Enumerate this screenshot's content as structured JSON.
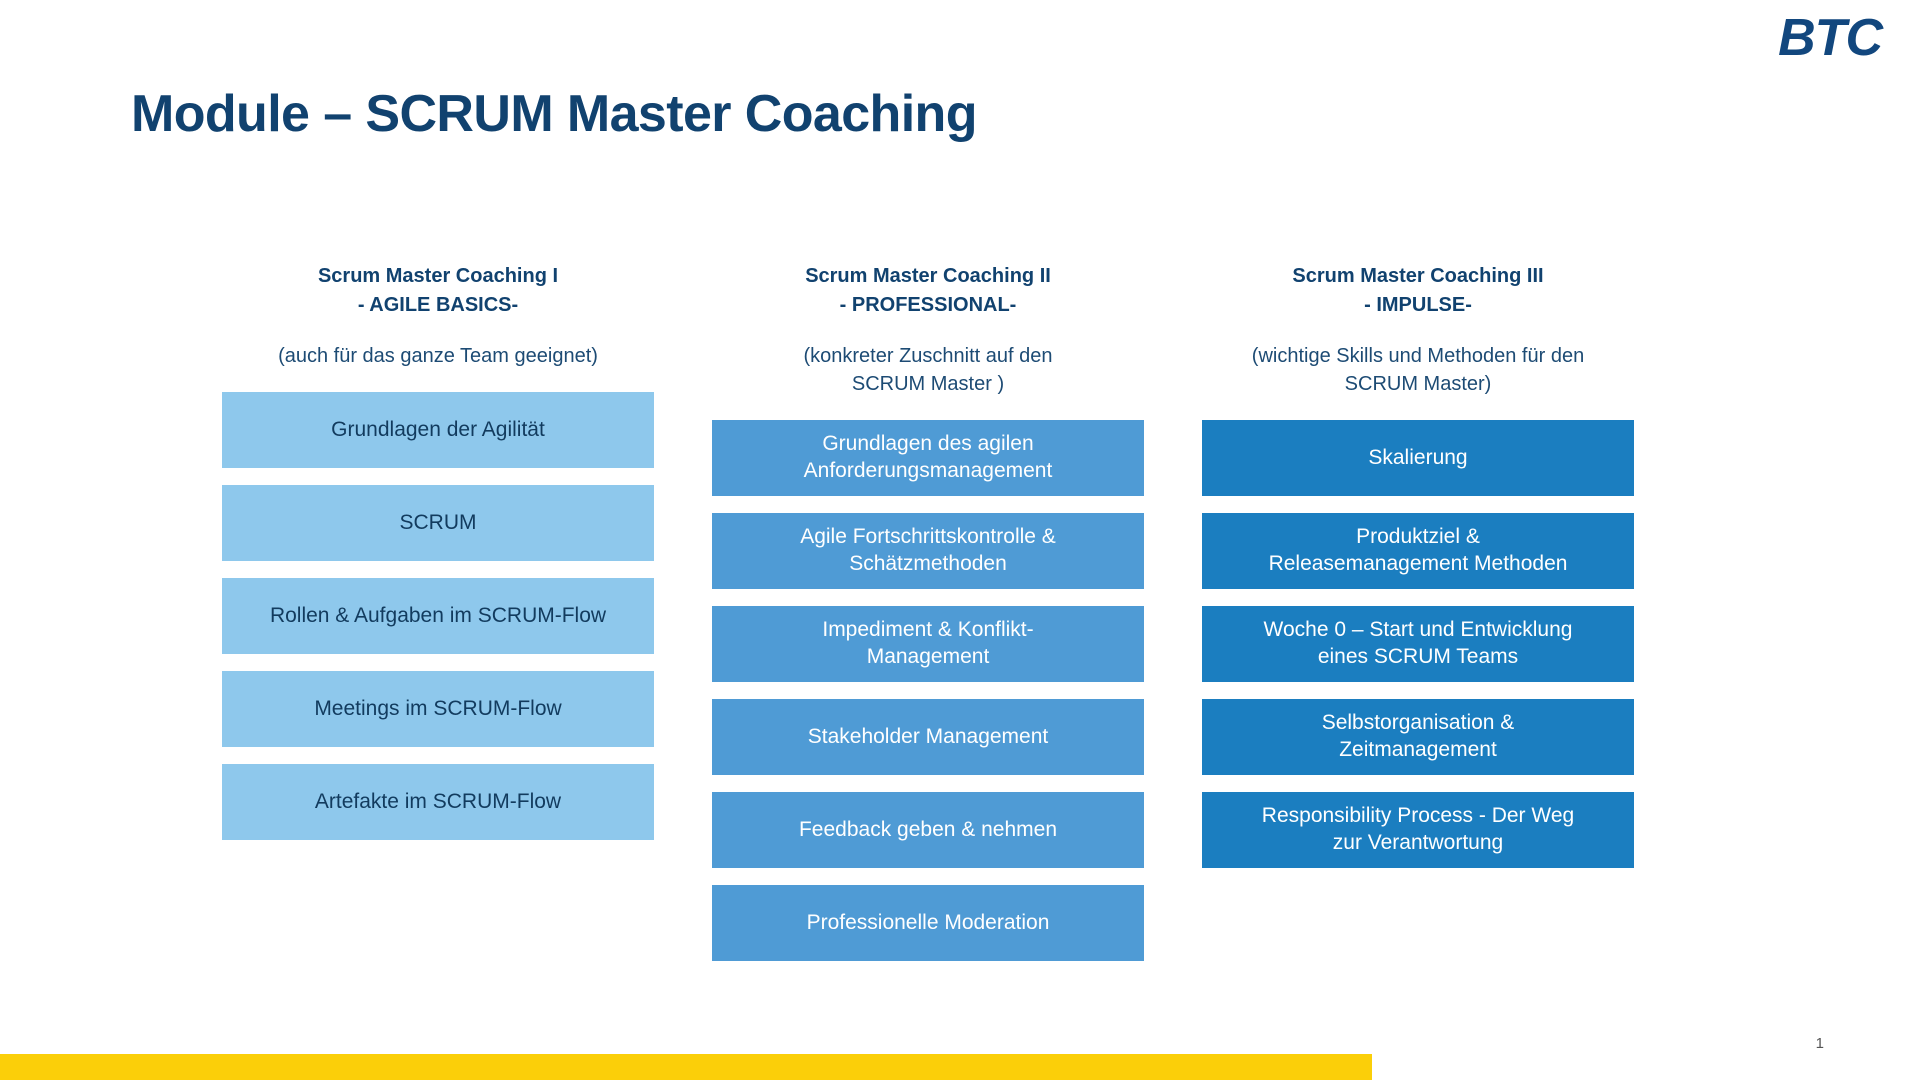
{
  "logo": {
    "text": "BTC",
    "color": "#12477e"
  },
  "title": "Module – SCRUM Master Coaching",
  "theme": {
    "title_color": "#11426f",
    "col1_fill": "#8ec8ec",
    "col1_text": "#123b5e",
    "col2_fill": "#4f9bd5",
    "col2_text": "#ffffff",
    "col3_fill": "#1b7ec0",
    "col3_text": "#ffffff",
    "footer_bar_color": "#fbcf09"
  },
  "columns": [
    {
      "heading": "Scrum Master Coaching I\n- AGILE BASICS-",
      "subtitle": "(auch für das ganze Team geeignet)",
      "items": [
        "Grundlagen der Agilität",
        "SCRUM",
        "Rollen & Aufgaben im SCRUM-Flow",
        "Meetings im SCRUM-Flow",
        "Artefakte im SCRUM-Flow"
      ]
    },
    {
      "heading": "Scrum Master Coaching II\n- PROFESSIONAL-",
      "subtitle": "(konkreter Zuschnitt auf den\nSCRUM Master )",
      "items": [
        "Grundlagen des agilen\nAnforderungsmanagement",
        "Agile Fortschrittskontrolle &\nSchätzmethoden",
        "Impediment & Konflikt-\nManagement",
        "Stakeholder Management",
        "Feedback geben & nehmen",
        "Professionelle Moderation"
      ]
    },
    {
      "heading": "Scrum Master Coaching III\n- IMPULSE-",
      "subtitle": "(wichtige Skills und Methoden für den\nSCRUM Master)",
      "items": [
        "Skalierung",
        "Produktziel &\nReleasemanagement Methoden",
        "Woche 0 – Start und Entwicklung\neines SCRUM Teams",
        "Selbstorganisation &\nZeitmanagement",
        "Responsibility Process - Der Weg\nzur Verantwortung"
      ]
    }
  ],
  "footer": {
    "page_number": "1"
  }
}
